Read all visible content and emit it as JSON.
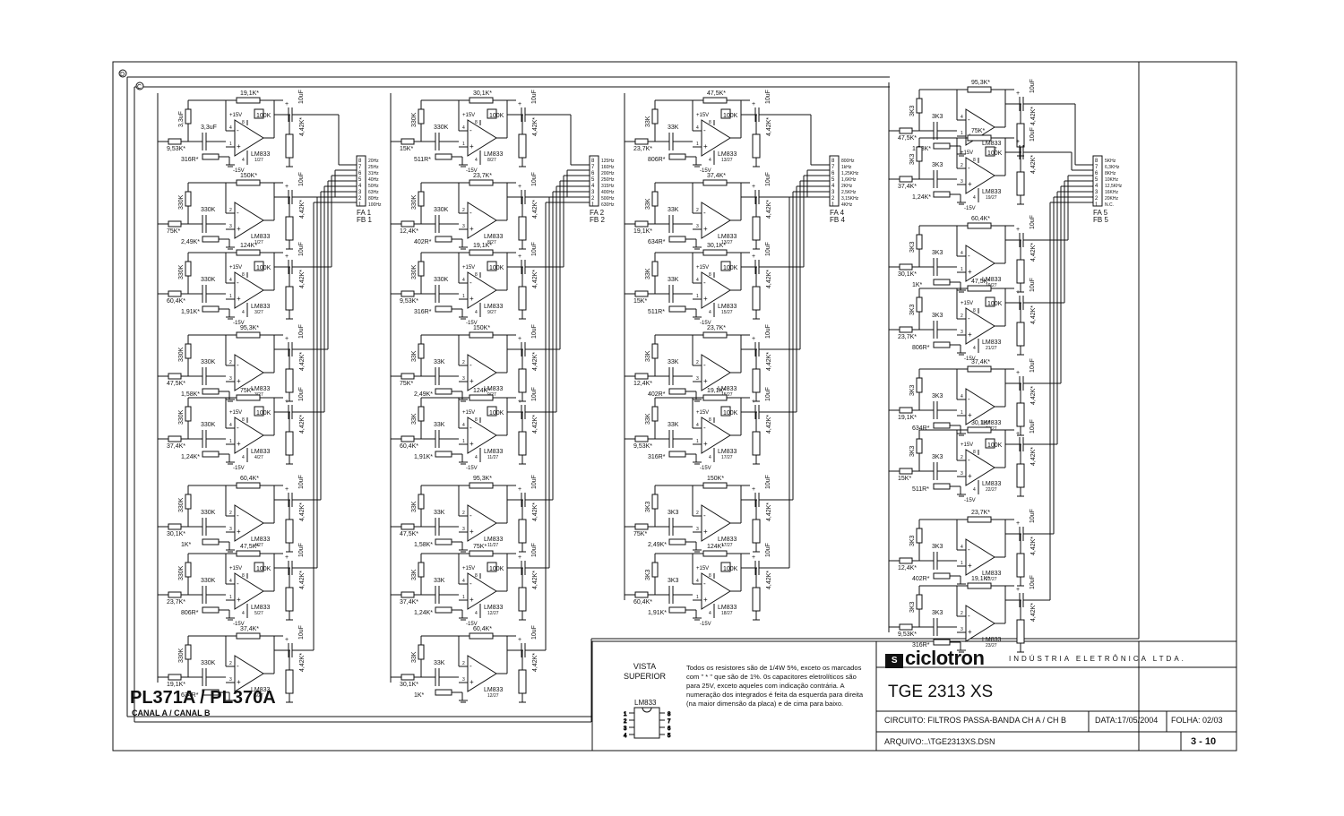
{
  "title": "PL371A / PL370A",
  "subtitle": "CANAL A / CANAL B",
  "corner_labels": [
    "D",
    "C"
  ],
  "columns": [
    {
      "connector": {
        "name": "FA 1",
        "alt": "FB 1",
        "pins": [
          "8",
          "7",
          "6",
          "5",
          "4",
          "3",
          "2",
          "1"
        ],
        "freqs": [
          "20Hz",
          "25Hz",
          "31Hz",
          "40Hz",
          "50Hz",
          "63Hz",
          "80Hz",
          "100Hz"
        ]
      },
      "stages": [
        {
          "in_cap": "3,3uF",
          "c2": "3,3uF",
          "rin": "9,53K*",
          "rfb": "19,1K*",
          "rgnd": "316R*",
          "ic": "LM833",
          "ref": "1/27",
          "supply": true
        },
        {
          "in_cap": "330K",
          "c2": "330K",
          "rin": "75K*",
          "rfb": "150K*",
          "rgnd": "2,49K*",
          "ic": "LM833",
          "ref": "1/27",
          "supply": false
        },
        {
          "in_cap": "330K",
          "c2": "330K",
          "rin": "60,4K*",
          "rfb": "124K*",
          "rgnd": "1,91K*",
          "ic": "LM833",
          "ref": "3/27",
          "supply": true
        },
        {
          "in_cap": "330K",
          "c2": "330K",
          "rin": "47,5K*",
          "rfb": "95,3K*",
          "rgnd": "1,58K*",
          "ic": "LM833",
          "ref": "3/27",
          "supply": false
        },
        {
          "in_cap": "330K",
          "c2": "330K",
          "rin": "37,4K*",
          "rfb": "75K*",
          "rgnd": "1,24K*",
          "ic": "LM833",
          "ref": "4/27",
          "supply": true
        },
        {
          "in_cap": "330K",
          "c2": "330K",
          "rin": "30,1K*",
          "rfb": "60,4K*",
          "rgnd": "1K*",
          "ic": "LM833",
          "ref": "4/27",
          "supply": false
        },
        {
          "in_cap": "330K",
          "c2": "330K",
          "rin": "23,7K*",
          "rfb": "47,5K*",
          "rgnd": "806R*",
          "ic": "LM833",
          "ref": "5/27",
          "supply": true
        },
        {
          "in_cap": "330K",
          "c2": "330K",
          "rin": "19,1K*",
          "rfb": "37,4K*",
          "rgnd": "634R*",
          "ic": "LM833",
          "ref": "5/27",
          "supply": false
        }
      ]
    },
    {
      "connector": {
        "name": "FA 2",
        "alt": "FB 2",
        "pins": [
          "8",
          "7",
          "6",
          "5",
          "4",
          "3",
          "2",
          "1"
        ],
        "freqs": [
          "125Hz",
          "160Hz",
          "200Hz",
          "250Hz",
          "315Hz",
          "400Hz",
          "500Hz",
          "630Hz"
        ]
      },
      "stages": [
        {
          "in_cap": "330K",
          "c2": "330K",
          "rin": "15K*",
          "rfb": "30,1K*",
          "rgnd": "511R*",
          "ic": "LM833",
          "ref": "8/27",
          "supply": true
        },
        {
          "in_cap": "330K",
          "c2": "330K",
          "rin": "12,4K*",
          "rfb": "23,7K*",
          "rgnd": "402R*",
          "ic": "LM833",
          "ref": "8/27",
          "supply": false
        },
        {
          "in_cap": "330K",
          "c2": "330K",
          "rin": "9,53K*",
          "rfb": "19,1K*",
          "rgnd": "316R*",
          "ic": "LM833",
          "ref": "9/27",
          "supply": true
        },
        {
          "in_cap": "33K",
          "c2": "33K",
          "rin": "75K*",
          "rfb": "150K*",
          "rgnd": "2,49K*",
          "ic": "LM833",
          "ref": "9/27",
          "supply": false
        },
        {
          "in_cap": "33K",
          "c2": "33K",
          "rin": "60,4K*",
          "rfb": "124K*",
          "rgnd": "1,91K*",
          "ic": "LM833",
          "ref": "11/27",
          "supply": true
        },
        {
          "in_cap": "33K",
          "c2": "33K",
          "rin": "47,5K*",
          "rfb": "95,3K*",
          "rgnd": "1,58K*",
          "ic": "LM833",
          "ref": "11/27",
          "supply": false
        },
        {
          "in_cap": "33K",
          "c2": "33K",
          "rin": "37,4K*",
          "rfb": "75K*",
          "rgnd": "1,24K*",
          "ic": "LM833",
          "ref": "12/27",
          "supply": true
        },
        {
          "in_cap": "33K",
          "c2": "33K",
          "rin": "30,1K*",
          "rfb": "60,4K*",
          "rgnd": "1K*",
          "ic": "LM833",
          "ref": "12/27",
          "supply": false
        }
      ]
    },
    {
      "connector": {
        "name": "FA 4",
        "alt": "FB 4",
        "pins": [
          "8",
          "7",
          "6",
          "5",
          "4",
          "3",
          "2",
          "1"
        ],
        "freqs": [
          "800Hz",
          "1kHz",
          "1,25KHz",
          "1,6KHz",
          "2KHz",
          "2,5KHz",
          "3,15KHz",
          "4KHz"
        ]
      },
      "stages": [
        {
          "in_cap": "33K",
          "c2": "33K",
          "rin": "23,7K*",
          "rfb": "47,5K*",
          "rgnd": "806R*",
          "ic": "LM833",
          "ref": "13/27",
          "supply": true
        },
        {
          "in_cap": "33K",
          "c2": "33K",
          "rin": "19,1K*",
          "rfb": "37,4K*",
          "rgnd": "634R*",
          "ic": "LM833",
          "ref": "13/27",
          "supply": false
        },
        {
          "in_cap": "33K",
          "c2": "33K",
          "rin": "15K*",
          "rfb": "30,1K*",
          "rgnd": "511R*",
          "ic": "LM833",
          "ref": "15/27",
          "supply": true
        },
        {
          "in_cap": "33K",
          "c2": "33K",
          "rin": "12,4K*",
          "rfb": "23,7K*",
          "rgnd": "402R*",
          "ic": "LM833",
          "ref": "15/27",
          "supply": false
        },
        {
          "in_cap": "33K",
          "c2": "33K",
          "rin": "9,53K*",
          "rfb": "19,1K*",
          "rgnd": "316R*",
          "ic": "LM833",
          "ref": "17/27",
          "supply": true
        },
        {
          "in_cap": "3K3",
          "c2": "3K3",
          "rin": "75K*",
          "rfb": "150K*",
          "rgnd": "2,49K*",
          "ic": "LM833",
          "ref": "17/27",
          "supply": false
        },
        {
          "in_cap": "3K3",
          "c2": "3K3",
          "rin": "60,4K*",
          "rfb": "124K*",
          "rgnd": "1,91K*",
          "ic": "LM833",
          "ref": "18/27",
          "supply": true
        }
      ]
    },
    {
      "connector": {
        "name": "FA 5",
        "alt": "FB 5",
        "pins": [
          "8",
          "7",
          "6",
          "5",
          "4",
          "3",
          "2",
          "1"
        ],
        "freqs": [
          "5KHz",
          "6,3KHz",
          "8KHz",
          "10KHz",
          "12,5KHz",
          "16KHz",
          "20KHz",
          "N.C."
        ]
      },
      "stages": [
        {
          "in_cap": "3K3",
          "c2": "3K3",
          "rin": "47,5K*",
          "rfb": "95,3K*",
          "rgnd": "1,58K*",
          "ic": "LM833",
          "ref": "18/27",
          "supply": false
        },
        {
          "in_cap": "3K3",
          "c2": "3K3",
          "rin": "37,4K*",
          "rfb": "75K*",
          "rgnd": "1,24K*",
          "ic": "LM833",
          "ref": "19/27",
          "supply": true
        },
        {
          "in_cap": "3K3",
          "c2": "3K3",
          "rin": "30,1K*",
          "rfb": "60,4K*",
          "rgnd": "1K*",
          "ic": "LM833",
          "ref": "19/27",
          "supply": false
        },
        {
          "in_cap": "3K3",
          "c2": "3K3",
          "rin": "23,7K*",
          "rfb": "47,5K*",
          "rgnd": "806R*",
          "ic": "LM833",
          "ref": "21/27",
          "supply": true
        },
        {
          "in_cap": "3K3",
          "c2": "3K3",
          "rin": "19,1K*",
          "rfb": "37,4K*",
          "rgnd": "634R*",
          "ic": "LM833",
          "ref": "21/27",
          "supply": false
        },
        {
          "in_cap": "3K3",
          "c2": "3K3",
          "rin": "15K*",
          "rfb": "30,1K*",
          "rgnd": "511R*",
          "ic": "LM833",
          "ref": "22/27",
          "supply": true
        },
        {
          "in_cap": "3K3",
          "c2": "3K3",
          "rin": "12,4K*",
          "rfb": "23,7K*",
          "rgnd": "402R*",
          "ic": "LM833",
          "ref": "22/27",
          "supply": false
        },
        {
          "in_cap": "3K3",
          "c2": "3K3",
          "rin": "9,53K*",
          "rfb": "19,1K*",
          "rgnd": "316R*",
          "ic": "LM833",
          "ref": "23/27",
          "supply": false
        }
      ]
    }
  ],
  "common": {
    "cout": "10uF",
    "rout": "4,42K*",
    "pot": "100K",
    "vpos": "+15V",
    "vneg": "-15V",
    "pin_labels": [
      "8",
      "6",
      "5",
      "7",
      "4",
      "1",
      "2",
      "3"
    ]
  },
  "title_block": {
    "vista": [
      "VISTA",
      "SUPERIOR"
    ],
    "ic_name": "LM833",
    "ic_pins_left": [
      "1",
      "2",
      "3",
      "4"
    ],
    "ic_pins_right": [
      "8",
      "7",
      "6",
      "5"
    ],
    "notes": "Todos os resistores são de 1/4W 5%, exceto os marcados com \" * \" que são de 1%. 0s capacitores eletrolíticos são para 25V, exceto aqueles com indicação contrária. A numeração dos integrados é feita da esquerda para direita (na maior dimensão da placa) e de cima para baixo.",
    "brand": "ciclotron",
    "brand_sub": "INDÚSTRIA ELETRÔNICA LTDA.",
    "model": "TGE 2313 XS",
    "circuit": "CIRCUITO: FILTROS PASSA-BANDA CH A / CH B",
    "date": "DATA:17/05/2004",
    "sheet": "FOLHA: 02/03",
    "file": "ARQUIVO:..\\TGE2313XS.DSN",
    "page": "3 - 10"
  }
}
